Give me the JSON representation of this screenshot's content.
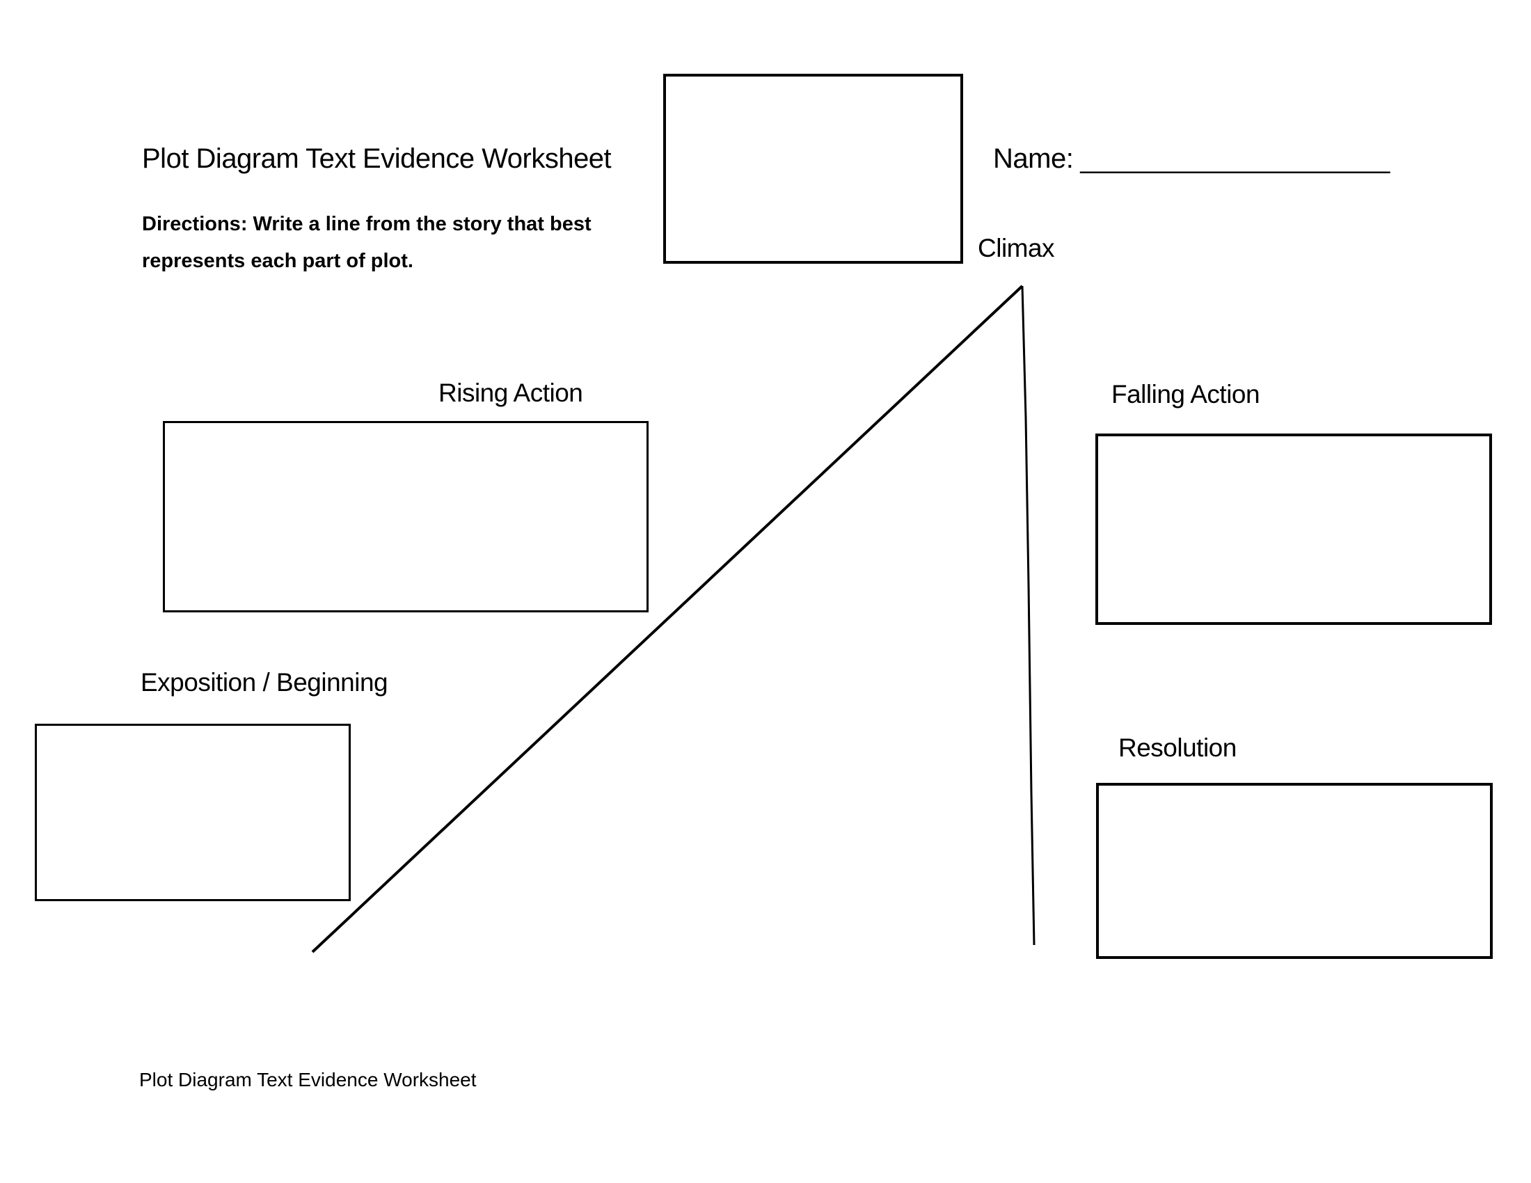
{
  "page": {
    "colors": {
      "ink": "#000000",
      "background": "#ffffff"
    }
  },
  "header": {
    "title": "Plot Diagram Text Evidence Worksheet",
    "name_label": "Name:",
    "name_blank": "____________________",
    "directions_line1": "Directions: Write a line from the story that best",
    "directions_line2": "represents each part of plot."
  },
  "diagram": {
    "climax": {
      "label": "Climax"
    },
    "rising_action": {
      "label": "Rising Action"
    },
    "falling_action": {
      "label": "Falling Action"
    },
    "exposition": {
      "label": "Exposition / Beginning"
    },
    "resolution": {
      "label": "Resolution"
    }
  },
  "footer": {
    "text": "Plot Diagram Text Evidence Worksheet"
  }
}
